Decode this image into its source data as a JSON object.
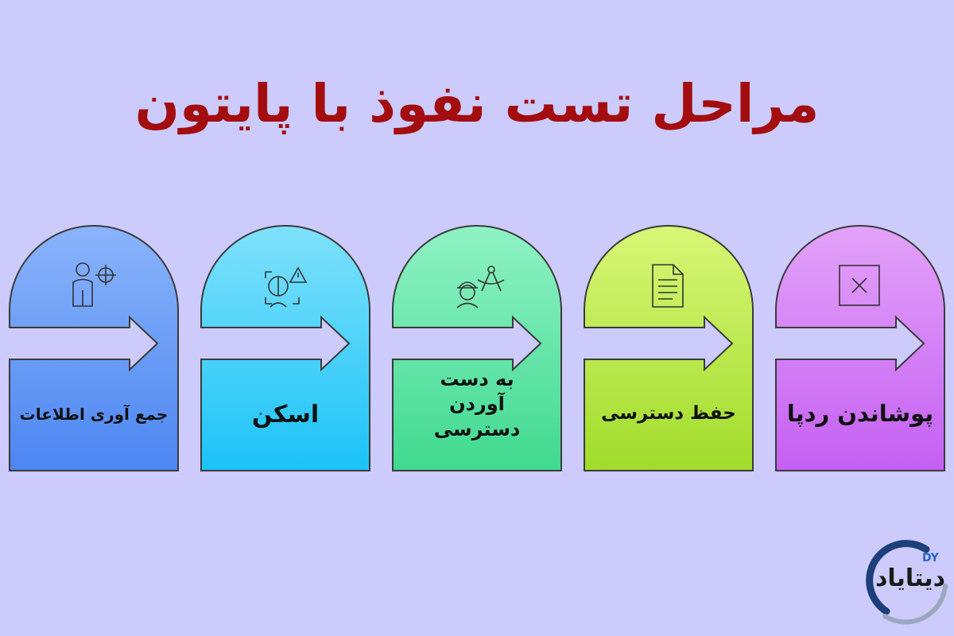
{
  "title": "مراحل تست نفوذ با پایتون",
  "steps": [
    {
      "label": "جمع آوری اطلاعات",
      "icon": "person-target-icon",
      "color_top": "#8ab4fb",
      "color_bottom": "#4c86f1"
    },
    {
      "label": "اسکن",
      "icon": "scan-alert-icon",
      "color_top": "#7fe1fb",
      "color_bottom": "#1bc3f8"
    },
    {
      "label": "به دست آوردن دسترسی",
      "icon": "engineer-compass-icon",
      "color_top": "#8ff2c4",
      "color_bottom": "#40d98f"
    },
    {
      "label": "حفظ دسترسی",
      "icon": "document-icon",
      "color_top": "#d8f677",
      "color_bottom": "#a0dc2a"
    },
    {
      "label": "پوشاندن ردپا",
      "icon": "close-box-icon",
      "color_top": "#e3a3f9",
      "color_bottom": "#c45ff2"
    }
  ],
  "logo": {
    "text": "دیتایاد",
    "badge": "DY"
  }
}
